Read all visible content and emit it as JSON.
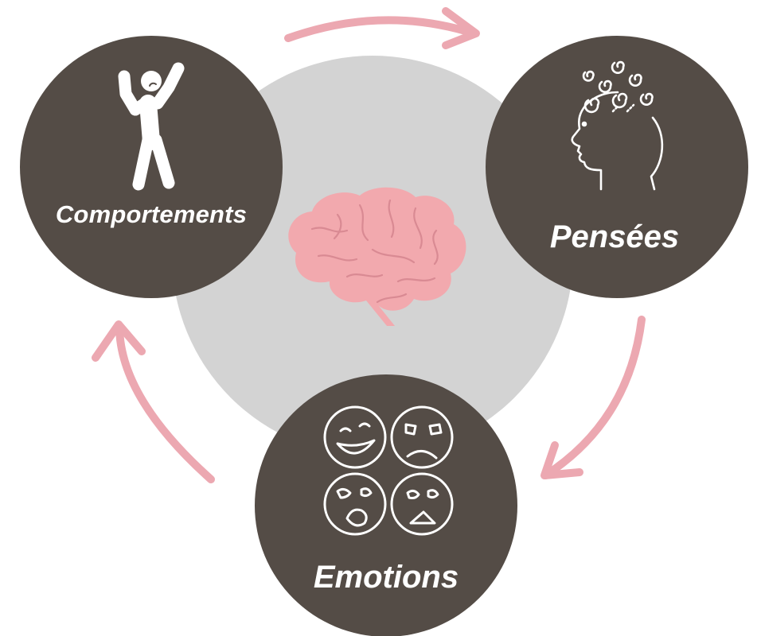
{
  "diagram": {
    "nodes": [
      {
        "id": "comportements",
        "label": "Comportements",
        "icon": "person-dancing-icon"
      },
      {
        "id": "pensees",
        "label": "Pensées",
        "icon": "head-thoughts-icon"
      },
      {
        "id": "emotions",
        "label": "Emotions",
        "icon": "faces-emotions-icon"
      }
    ],
    "center_icon": "brain-icon",
    "cycle": [
      "comportements",
      "pensees",
      "emotions"
    ],
    "colors": {
      "node_fill": "#544c46",
      "center_fill": "#d3d3d3",
      "arrow": "#eca8b1",
      "brain": "#f0a9ae",
      "text": "#ffffff"
    }
  }
}
